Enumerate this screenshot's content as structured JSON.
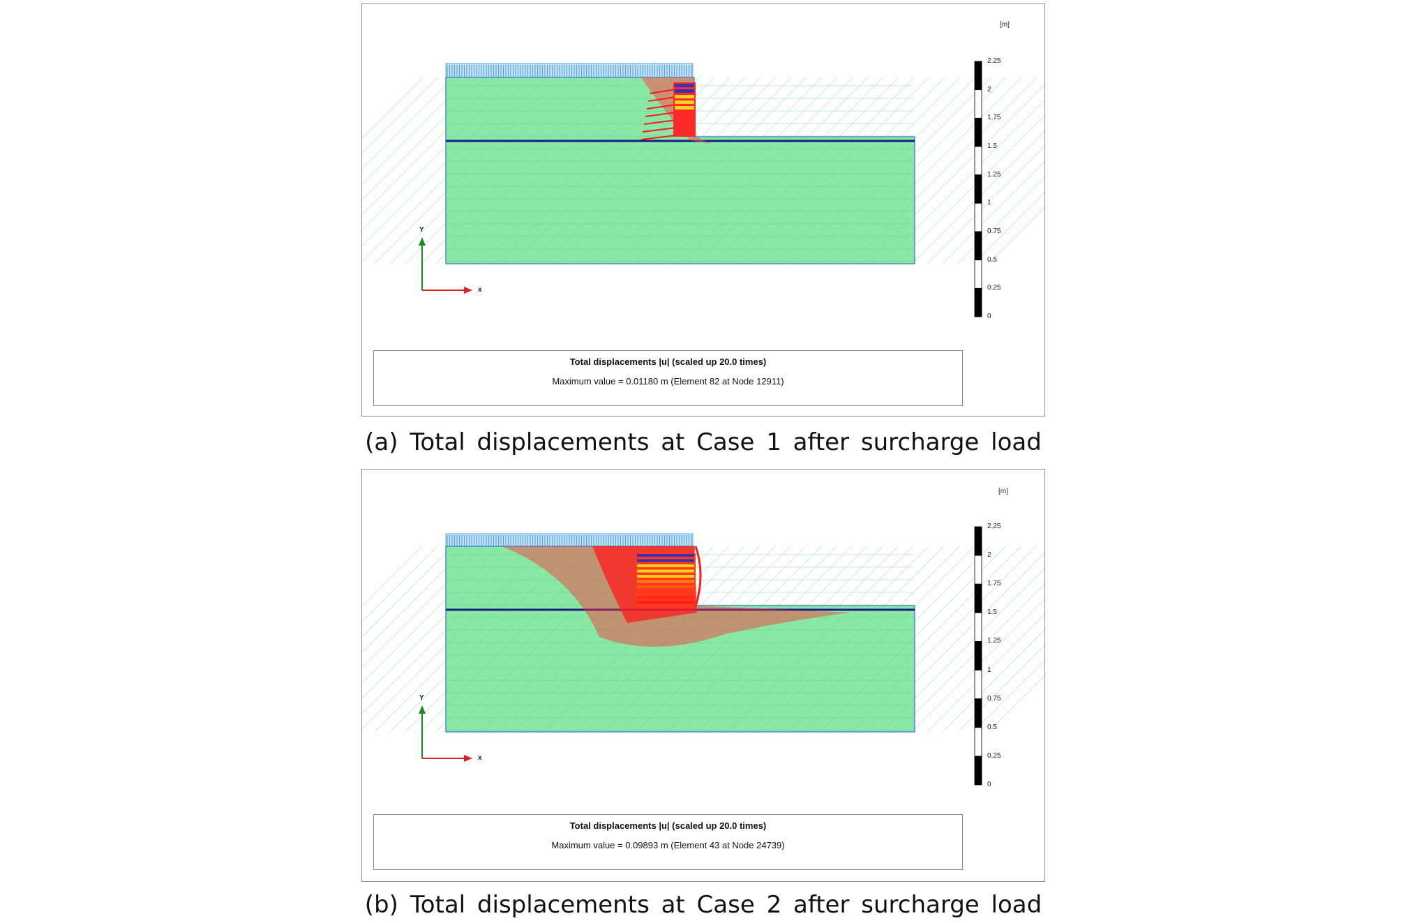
{
  "panels": [
    {
      "unit": "[m]",
      "axis_y": "Y",
      "axis_x": "x",
      "scale_ticks": [
        "2.25",
        "2",
        "1.75",
        "1.5",
        "1.25",
        "1",
        "0.75",
        "0.5",
        "0.25",
        "0"
      ],
      "legend_title": "Total displacements |u| (scaled up 20.0 times)",
      "legend_value": "Maximum value = 0.01180 m (Element 82 at Node 12911)",
      "caption": "(a) Total displacements at Case 1 after surcharge load"
    },
    {
      "unit": "[m]",
      "axis_y": "Y",
      "axis_x": "x",
      "scale_ticks": [
        "2.25",
        "2",
        "1.75",
        "1.5",
        "1.25",
        "1",
        "0.75",
        "0.5",
        "0.25",
        "0"
      ],
      "legend_title": "Total displacements |u| (scaled up 20.0 times)",
      "legend_value": "Maximum value = 0.09893 m (Element 43 at Node 24739)",
      "caption": "(b) Total displacements at Case 2 after surcharge load"
    }
  ],
  "colors": {
    "soil": "#8ae8a6",
    "mesh": "#55b57c",
    "surcharge": "#8fc6ee",
    "displacement": "#ff1a1a",
    "wall_blue": "#3a2fb0",
    "wall_yellow": "#f6d21b",
    "axis_y": "#1a8a1a",
    "axis_x": "#e02020"
  }
}
